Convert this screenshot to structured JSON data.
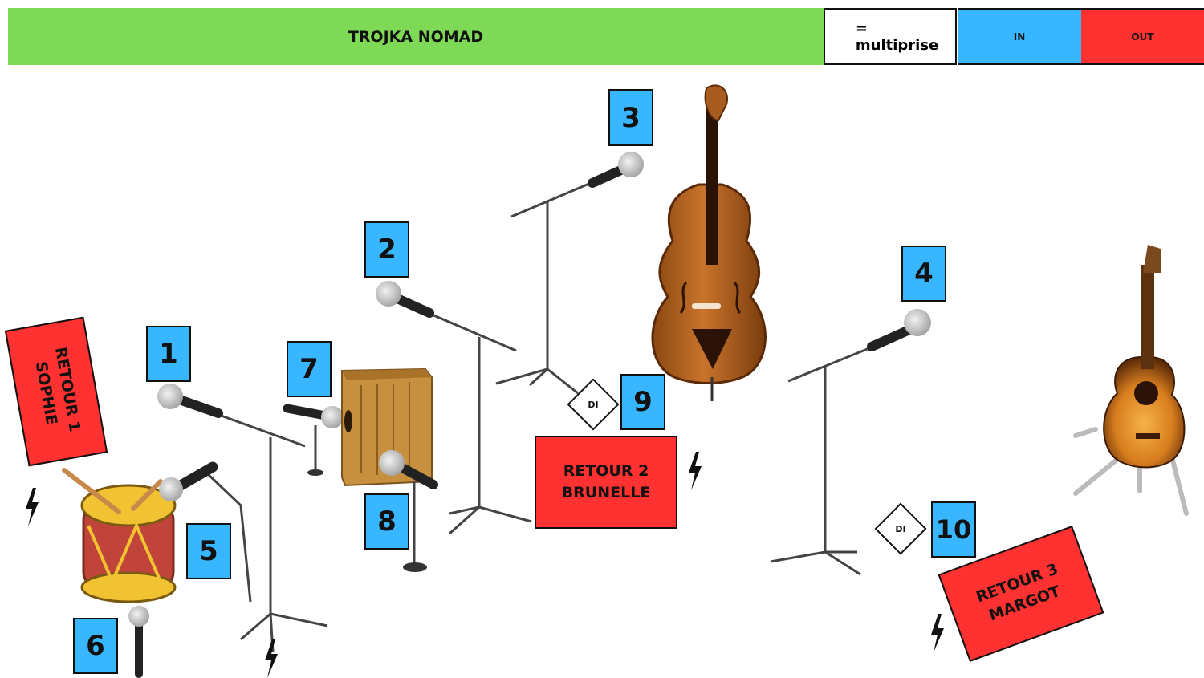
{
  "header": {
    "title": "TROJKA NOMAD",
    "legend_multiprise": "= multiprise",
    "legend_in": "IN",
    "legend_out": "OUT"
  },
  "inputs": [
    "1",
    "2",
    "3",
    "4",
    "5",
    "6",
    "7",
    "8",
    "9",
    "10"
  ],
  "di_label": "DI",
  "monitors": {
    "retour1": {
      "line1": "RETOUR 1",
      "line2": "SOPHIE"
    },
    "retour2": {
      "line1": "RETOUR 2",
      "line2": "BRUNELLE"
    },
    "retour3": {
      "line1": "RETOUR 3",
      "line2": "MARGOT"
    }
  },
  "colors": {
    "header_green": "#7ed957",
    "in_blue": "#38b6ff",
    "out_red": "#ff3131"
  },
  "icons": [
    "lightning-bolt-icon",
    "microphone-stand-icon",
    "double-bass-icon",
    "acoustic-guitar-icon",
    "cajon-icon",
    "drum-icon"
  ]
}
